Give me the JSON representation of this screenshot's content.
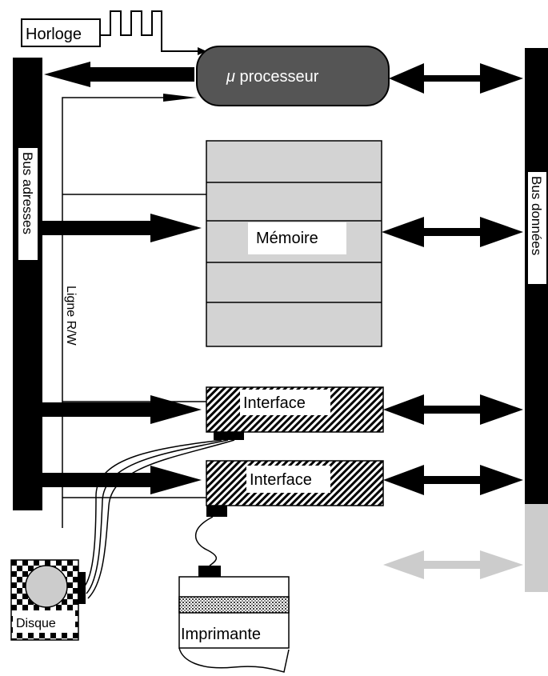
{
  "labels": {
    "horloge": "Horloge",
    "processeur_symbol": "μ",
    "processeur_text": " processeur",
    "memoire": "Mémoire",
    "interface_1": "Interface",
    "interface_2": "Interface",
    "bus_adresses": "Bus adresses",
    "bus_donnees": "Bus données",
    "ligne_rw": "Ligne R/W",
    "disque": "Disque",
    "imprimante": "Imprimante"
  },
  "colors": {
    "bus": "#000000",
    "processor": "#555555",
    "memory": "#d3d3d3",
    "extension_arrow": "#cccccc"
  }
}
